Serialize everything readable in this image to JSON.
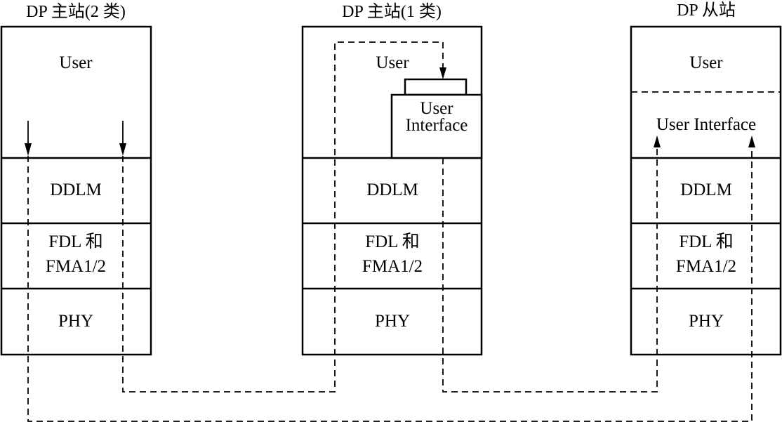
{
  "stations": {
    "master2": {
      "title": "DP 主站(2 类)",
      "user": "User",
      "ddlm": "DDLM",
      "fdl_line1": "FDL 和",
      "fdl_line2": "FMA1/2",
      "phy": "PHY"
    },
    "master1": {
      "title": "DP 主站(1 类)",
      "user": "User",
      "ui_line1": "User",
      "ui_line2": "Interface",
      "ddlm": "DDLM",
      "fdl_line1": "FDL 和",
      "fdl_line2": "FMA1/2",
      "phy": "PHY"
    },
    "slave": {
      "title": "DP 从站",
      "user": "User",
      "ui": "User Interface",
      "ddlm": "DDLM",
      "fdl_line1": "FDL 和",
      "fdl_line2": "FMA1/2",
      "phy": "PHY"
    }
  }
}
